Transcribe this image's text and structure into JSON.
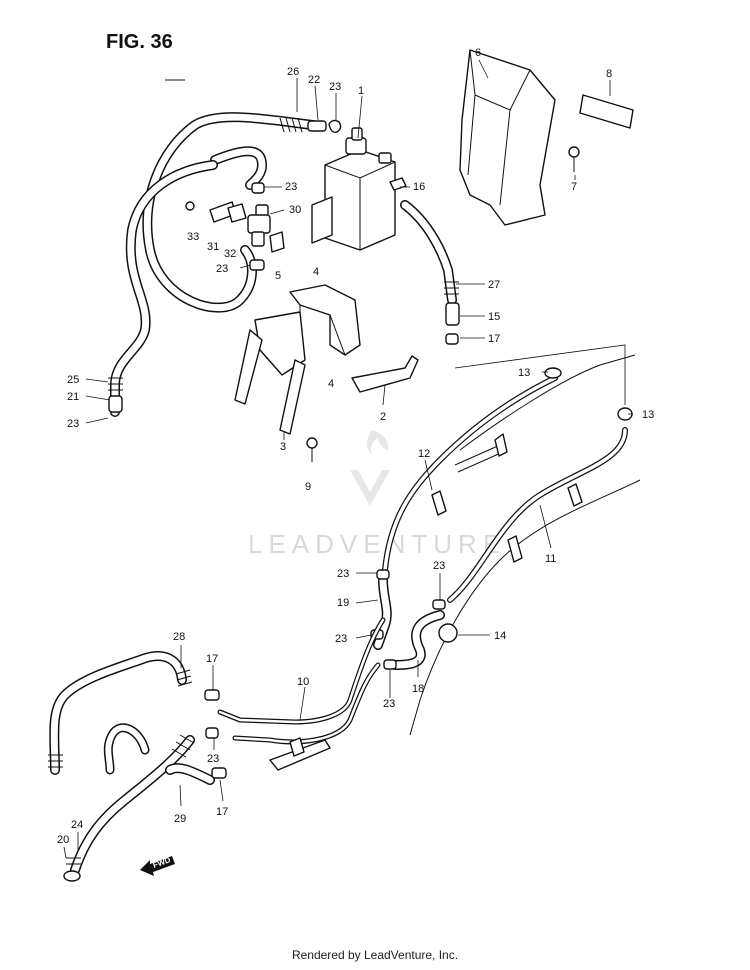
{
  "figure_title": "FIG. 36",
  "watermark": "LEADVENTURE",
  "fwd_label": "FWD",
  "footer": "Rendered by LeadVenture, Inc.",
  "labels": [
    {
      "id": "l26a",
      "text": "26"
    },
    {
      "id": "l22",
      "text": "22"
    },
    {
      "id": "l23a",
      "text": "23"
    },
    {
      "id": "l1",
      "text": "1"
    },
    {
      "id": "l6",
      "text": "6"
    },
    {
      "id": "l8",
      "text": "8"
    },
    {
      "id": "l23b",
      "text": "23"
    },
    {
      "id": "l16",
      "text": "16"
    },
    {
      "id": "l7",
      "text": "7"
    },
    {
      "id": "l30",
      "text": "30"
    },
    {
      "id": "l33",
      "text": "33"
    },
    {
      "id": "l31",
      "text": "31"
    },
    {
      "id": "l32",
      "text": "32"
    },
    {
      "id": "l23c",
      "text": "23"
    },
    {
      "id": "l5",
      "text": "5"
    },
    {
      "id": "l4a",
      "text": "4"
    },
    {
      "id": "l27",
      "text": "27"
    },
    {
      "id": "l15",
      "text": "15"
    },
    {
      "id": "l17a",
      "text": "17"
    },
    {
      "id": "l25",
      "text": "25"
    },
    {
      "id": "l21",
      "text": "21"
    },
    {
      "id": "l4b",
      "text": "4"
    },
    {
      "id": "l13a",
      "text": "13"
    },
    {
      "id": "l23d",
      "text": "23"
    },
    {
      "id": "l13b",
      "text": "13"
    },
    {
      "id": "l2",
      "text": "2"
    },
    {
      "id": "l3",
      "text": "3"
    },
    {
      "id": "l12",
      "text": "12"
    },
    {
      "id": "l9",
      "text": "9"
    },
    {
      "id": "l11",
      "text": "11"
    },
    {
      "id": "l23e",
      "text": "23"
    },
    {
      "id": "l23f",
      "text": "23"
    },
    {
      "id": "l19",
      "text": "19"
    },
    {
      "id": "l14",
      "text": "14"
    },
    {
      "id": "l23g",
      "text": "23"
    },
    {
      "id": "l28",
      "text": "28"
    },
    {
      "id": "l17b",
      "text": "17"
    },
    {
      "id": "l10",
      "text": "10"
    },
    {
      "id": "l18",
      "text": "18"
    },
    {
      "id": "l23h",
      "text": "23"
    },
    {
      "id": "l23i",
      "text": "23"
    },
    {
      "id": "l29",
      "text": "29"
    },
    {
      "id": "l17c",
      "text": "17"
    },
    {
      "id": "l24",
      "text": "24"
    },
    {
      "id": "l20",
      "text": "20"
    }
  ]
}
